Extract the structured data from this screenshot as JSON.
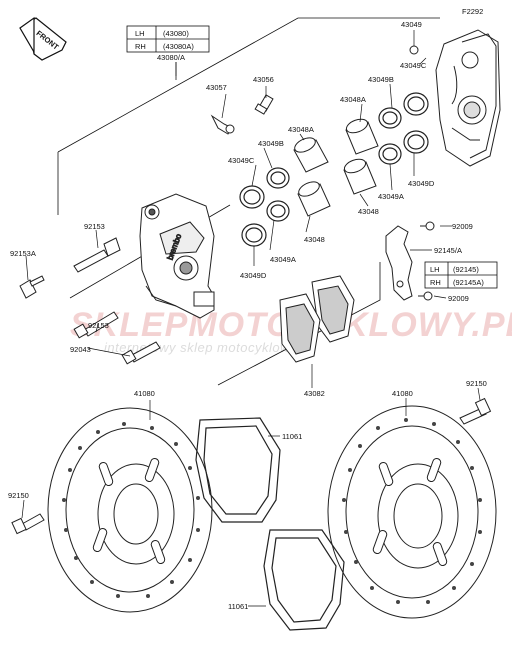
{
  "diagram_code": "F2292",
  "front_label": "FRONT",
  "watermark": {
    "brand": "SKLEPMOTOCYKLOWY.PL",
    "tagline": "internetowy sklep motocyklowy"
  },
  "caliper_table": {
    "rows": [
      [
        "LH",
        "(43080)"
      ],
      [
        "RH",
        "(43080A)"
      ]
    ]
  },
  "bracket_table": {
    "rows": [
      [
        "LH",
        "(92145)"
      ],
      [
        "RH",
        "(92145A)"
      ]
    ]
  },
  "parts": {
    "p43080": "43080/A",
    "p43057": "43057",
    "p43056": "43056",
    "p43049": "43049",
    "p43049C_r": "43049C",
    "p43049B_r": "43049B",
    "p43048A_r": "43048A",
    "p43048A_l": "43048A",
    "p43049B_l": "43049B",
    "p43049C_l": "43049C",
    "p43048_l": "43048",
    "p43049A_l": "43049A",
    "p43049D_l": "43049D",
    "p43049D_r": "43049D",
    "p43049A_r": "43049A",
    "p43048_r": "43048",
    "p92009_top": "92009",
    "p92145": "92145/A",
    "p92009_bot": "92009",
    "p92153": "92153",
    "p92153A": "92153A",
    "p92153_b": "92153",
    "p92043": "92043",
    "p43082": "43082",
    "p41080_l": "41080",
    "p41080_r": "41080",
    "p92150_r": "92150",
    "p92150_l": "92150",
    "p11061_t": "11061",
    "p11061_b": "11061"
  }
}
